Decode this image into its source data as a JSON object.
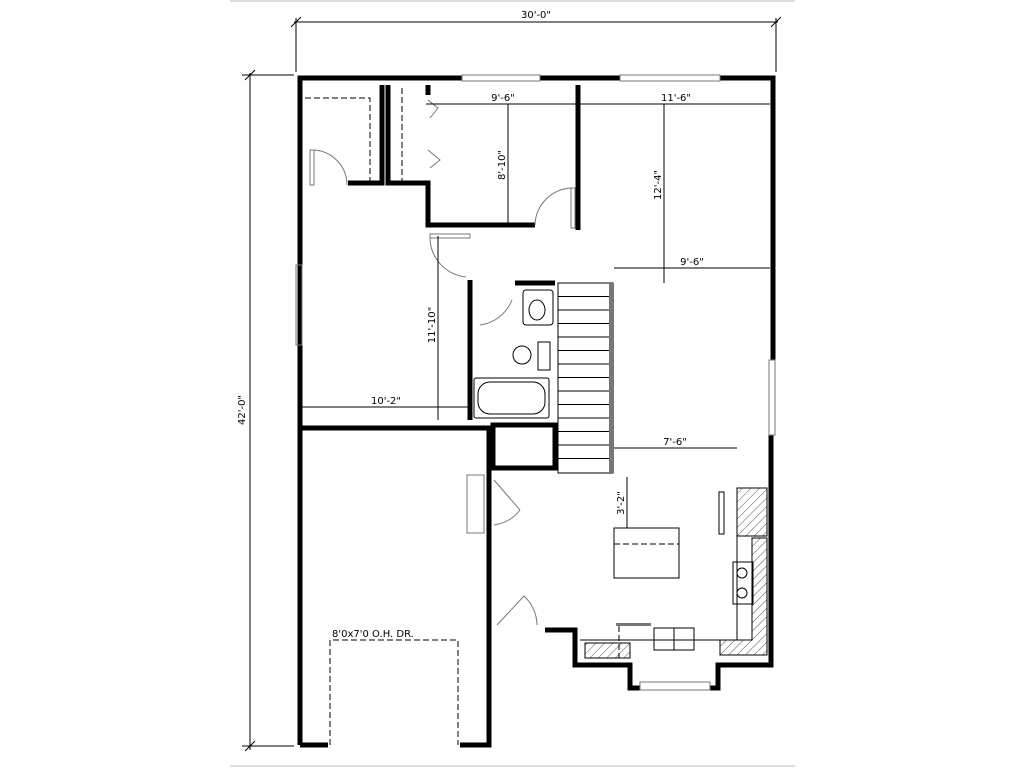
{
  "plan": {
    "overall_width": "30'-0\"",
    "overall_depth": "42'-0\"",
    "dimensions": {
      "room_top_middle_width": "9'-6\"",
      "room_top_right_width": "11'-6\"",
      "room_top_middle_depth": "8'-10\"",
      "living_depth": "12'-4\"",
      "living_width": "9'-6\"",
      "left_room_depth": "11'-10\"",
      "left_room_width": "10'-2\"",
      "kitchen_width": "7'-6\"",
      "island_clearance": "3'-2\""
    },
    "garage_door_label": "8'0x7'0 O.H. DR."
  }
}
